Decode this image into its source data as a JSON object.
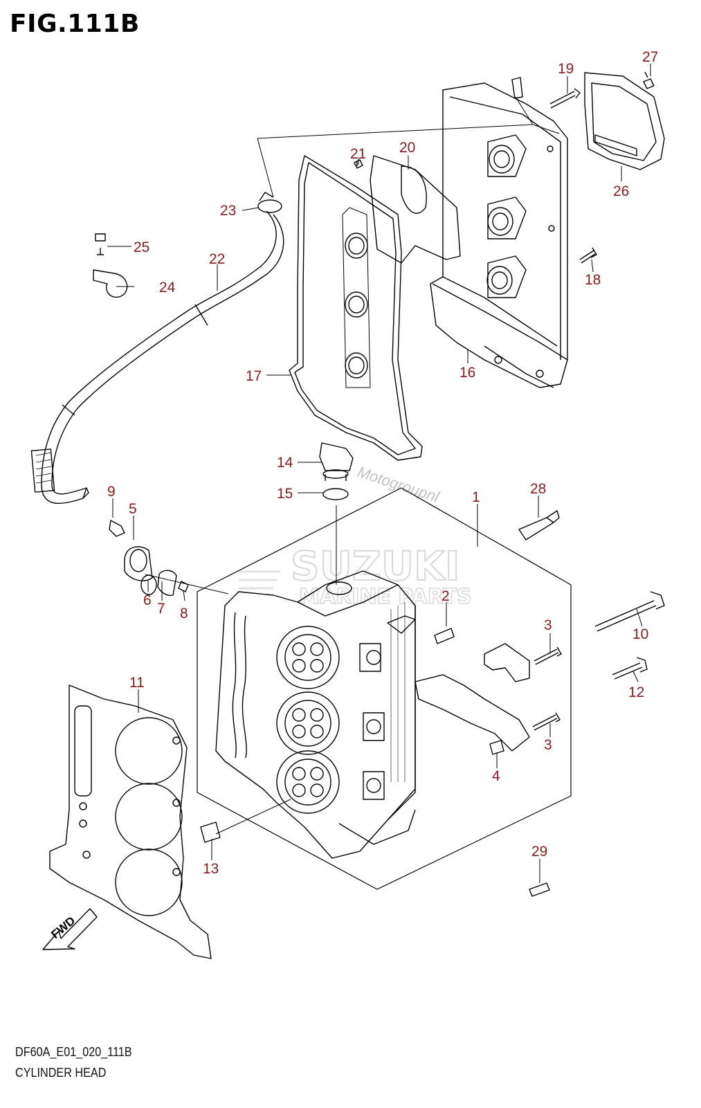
{
  "figure": {
    "title": "FIG.111B",
    "code": "DF60A_E01_020_111B",
    "caption": "CYLINDER HEAD",
    "fwd_label": "FWD"
  },
  "watermark": {
    "brand": "SUZUKI",
    "sub": "MARINE PARTS",
    "site": "Motogroupnl"
  },
  "callouts": [
    "1",
    "2",
    "3",
    "3",
    "4",
    "5",
    "6",
    "7",
    "8",
    "9",
    "10",
    "11",
    "12",
    "13",
    "14",
    "15",
    "16",
    "17",
    "18",
    "19",
    "20",
    "21",
    "22",
    "23",
    "24",
    "25",
    "26",
    "27",
    "28",
    "29"
  ],
  "colors": {
    "callout": "#8b1a1a",
    "line": "#000000",
    "watermark": "#c8c8c8"
  }
}
